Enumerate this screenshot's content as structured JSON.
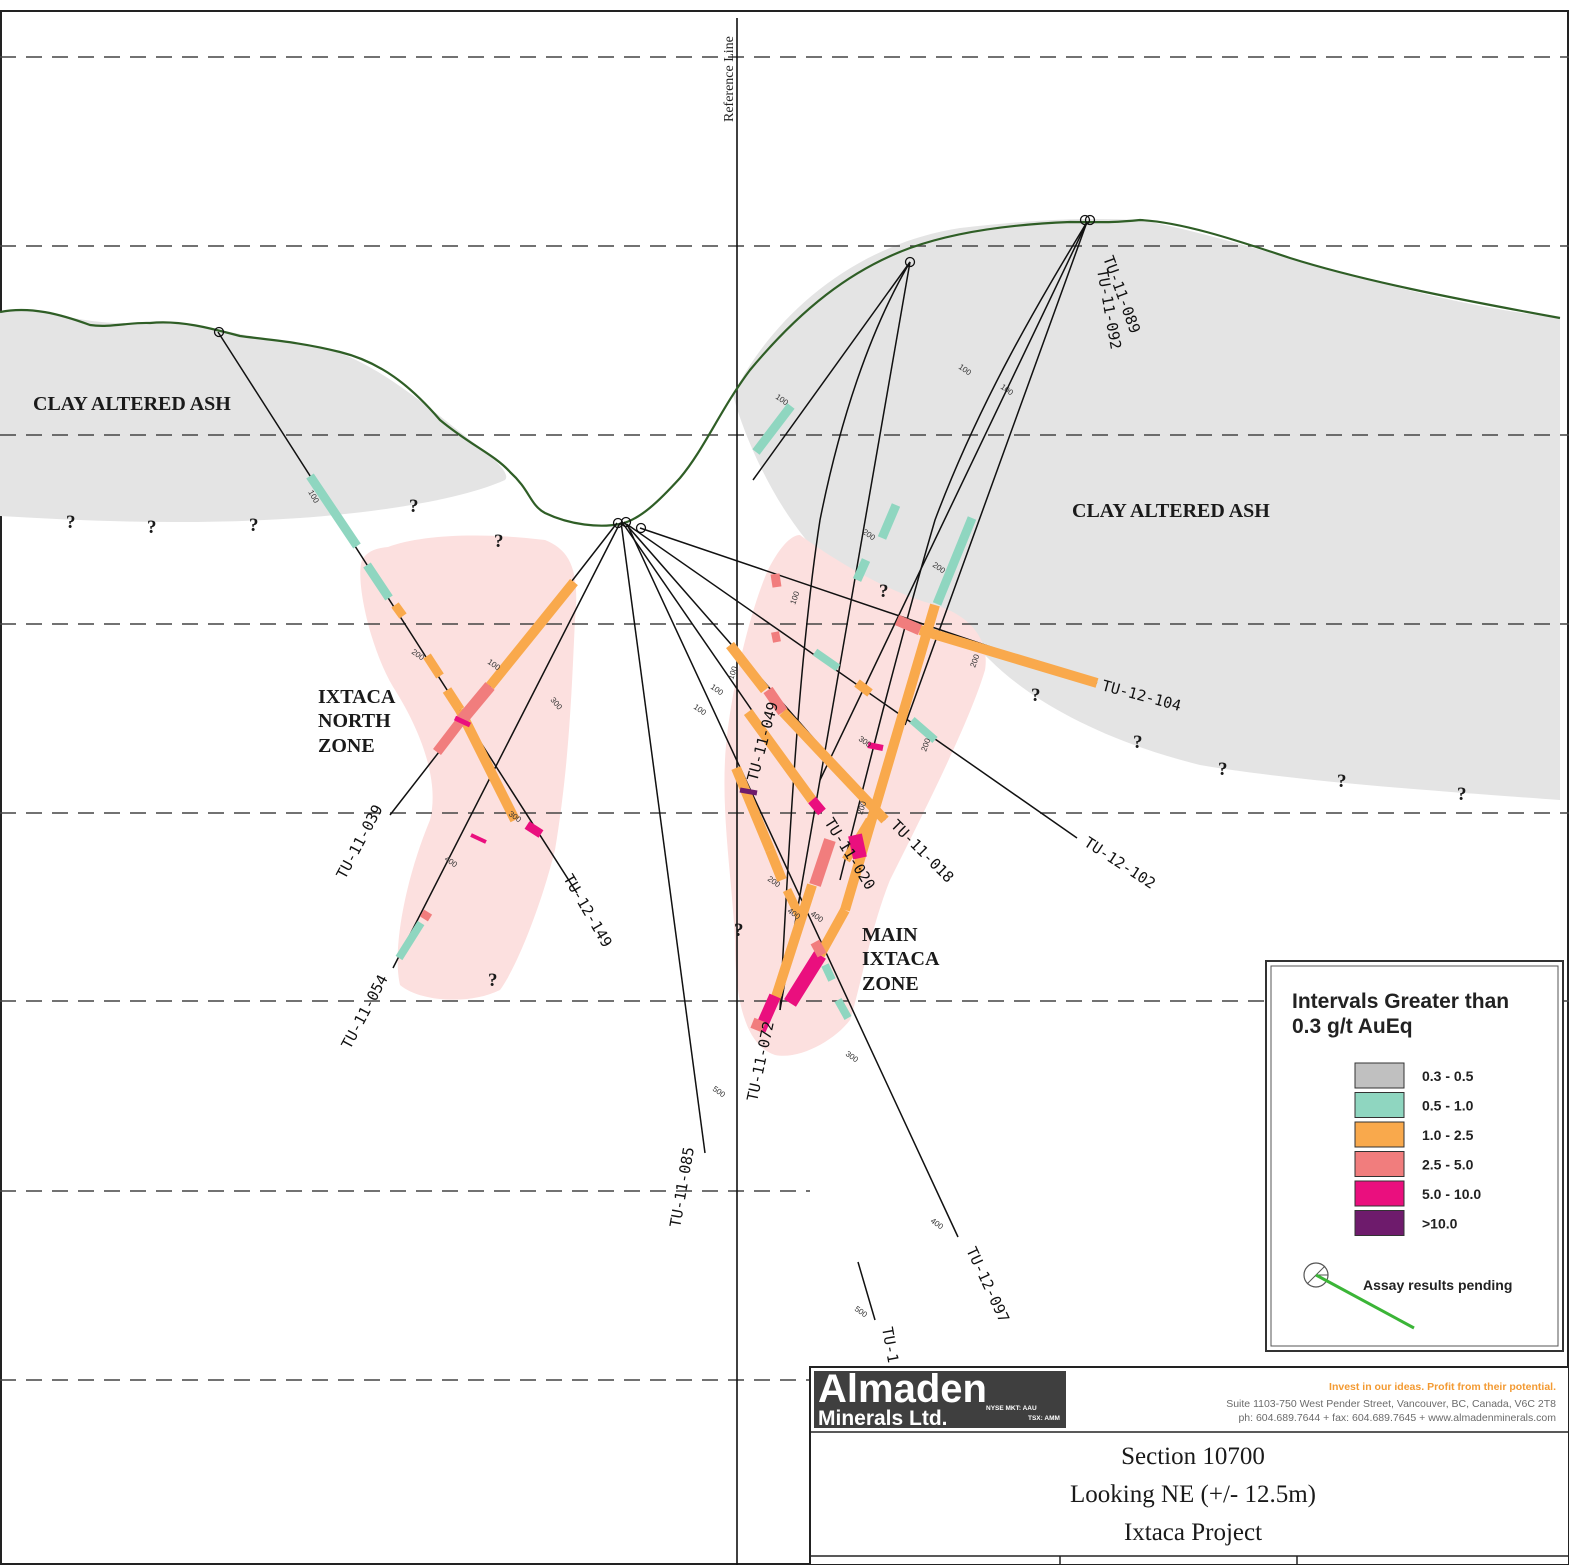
{
  "section": {
    "reference_line_label": "Reference Line",
    "zones": {
      "clay_left": "CLAY ALTERED ASH",
      "clay_right": "CLAY ALTERED ASH",
      "north_zone": [
        "IXTACA",
        "NORTH",
        "ZONE"
      ],
      "main_zone": [
        "MAIN",
        "IXTACA",
        "ZONE"
      ]
    },
    "question_mark": "?",
    "holes": [
      {
        "id": "TU-11-039",
        "label": "TU-11-039"
      },
      {
        "id": "TU-11-054",
        "label": "TU-11-054"
      },
      {
        "id": "TU-12-149",
        "label": "TU-12-149"
      },
      {
        "id": "TU-11-085",
        "label": "TU-11-085"
      },
      {
        "id": "TU-11-072",
        "label": "TU-11-072"
      },
      {
        "id": "TU-11-049",
        "label": "TU-11-049"
      },
      {
        "id": "TU-11-020",
        "label": "TU-11-020"
      },
      {
        "id": "TU-11-018",
        "label": "TU-11-018"
      },
      {
        "id": "TU-12-102",
        "label": "TU-12-102"
      },
      {
        "id": "TU-12-104",
        "label": "TU-12-104"
      },
      {
        "id": "TU-12-097",
        "label": "TU-12-097"
      },
      {
        "id": "TU-11-089",
        "label": "TU-11-089"
      },
      {
        "id": "TU-11-092",
        "label": "TU-11-092"
      },
      {
        "id": "TU-1",
        "label": "TU-1"
      }
    ],
    "depth_ticks": [
      "100",
      "200",
      "300",
      "400",
      "500"
    ]
  },
  "legend": {
    "title_line1": "Intervals Greater than",
    "title_line2": "0.3 g/t AuEq",
    "items": [
      {
        "label": "0.3 - 0.5",
        "color": "#c0c0c0"
      },
      {
        "label": "0.5 - 1.0",
        "color": "#8fd6c0"
      },
      {
        "label": "1.0 - 2.5",
        "color": "#f9a94c"
      },
      {
        "label": "2.5 - 5.0",
        "color": "#f17d7d"
      },
      {
        "label": "5.0 - 10.0",
        "color": "#ea0f7e"
      },
      {
        "label": ">10.0",
        "color": "#6e1b6c"
      }
    ],
    "pending_label": "Assay results pending",
    "pending_color": "#3bb537"
  },
  "title_block": {
    "company_name": "Almaden",
    "company_sub": "Minerals Ltd.",
    "exchange_line1": "NYSE MKT: AAU",
    "exchange_line2": "TSX: AMM",
    "tagline": "Invest in our ideas. Profit from their potential.",
    "address_line1": "Suite 1103-750 West Pender Street, Vancouver,  BC, Canada, V6C 2T8",
    "address_line2": "ph: 604.689.7644 + fax: 604.689.7645 + www.almadenminerals.com",
    "section_line": "Section 10700",
    "looking_line": "Looking NE (+/- 12.5m)",
    "project_line": "Ixtaca Project"
  },
  "colors": {
    "topography": "#2f5e26",
    "clay_fill": "#e4e4e4",
    "zone_fill": "#fce0df",
    "low_grade": "#8fd6c0",
    "mid_grade": "#f9a94c",
    "high_grade": "#f17d7d",
    "very_high_grade": "#ea0f7e",
    "bonanza_grade": "#6e1b6c"
  }
}
